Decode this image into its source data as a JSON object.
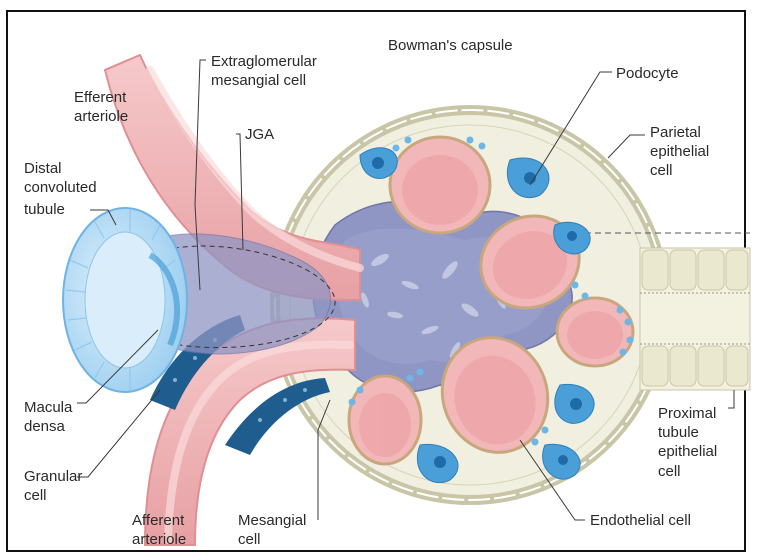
{
  "labels": {
    "bowmans_capsule": "Bowman's capsule",
    "podocyte": "Podocyte",
    "parietal_1": "Parietal",
    "parietal_2": "epithelial",
    "parietal_3": "cell",
    "extraglomerular_1": "Extraglomerular",
    "extraglomerular_2": "mesangial cell",
    "efferent_1": "Efferent",
    "efferent_2": "arteriole",
    "jga": "JGA",
    "distal_1": "Distal",
    "distal_2": "convoluted",
    "distal_3": "tubule",
    "macula_1": "Macula",
    "macula_2": "densa",
    "granular_1": "Granular",
    "granular_2": "cell",
    "afferent_1": "Afferent",
    "afferent_2": "arteriole",
    "mesangial_1": "Mesangial",
    "mesangial_2": "cell",
    "endothelial": "Endothelial cell",
    "proximal_1": "Proximal",
    "proximal_2": "tubule",
    "proximal_3": "epithelial",
    "proximal_4": "cell"
  },
  "colors": {
    "capsule_fill": "#f1efe0",
    "capsule_edge": "#c9c6a8",
    "vessel_pink": "#f2b7b8",
    "vessel_dark": "#e08f93",
    "mesangium": "#7f86b8",
    "mesangium_light": "#c9cde6",
    "podocyte_blue": "#4a9fd8",
    "tubule_blue": "#b9dcf4",
    "granular_navy": "#1f5d8e",
    "text": "#2a2a2a"
  }
}
